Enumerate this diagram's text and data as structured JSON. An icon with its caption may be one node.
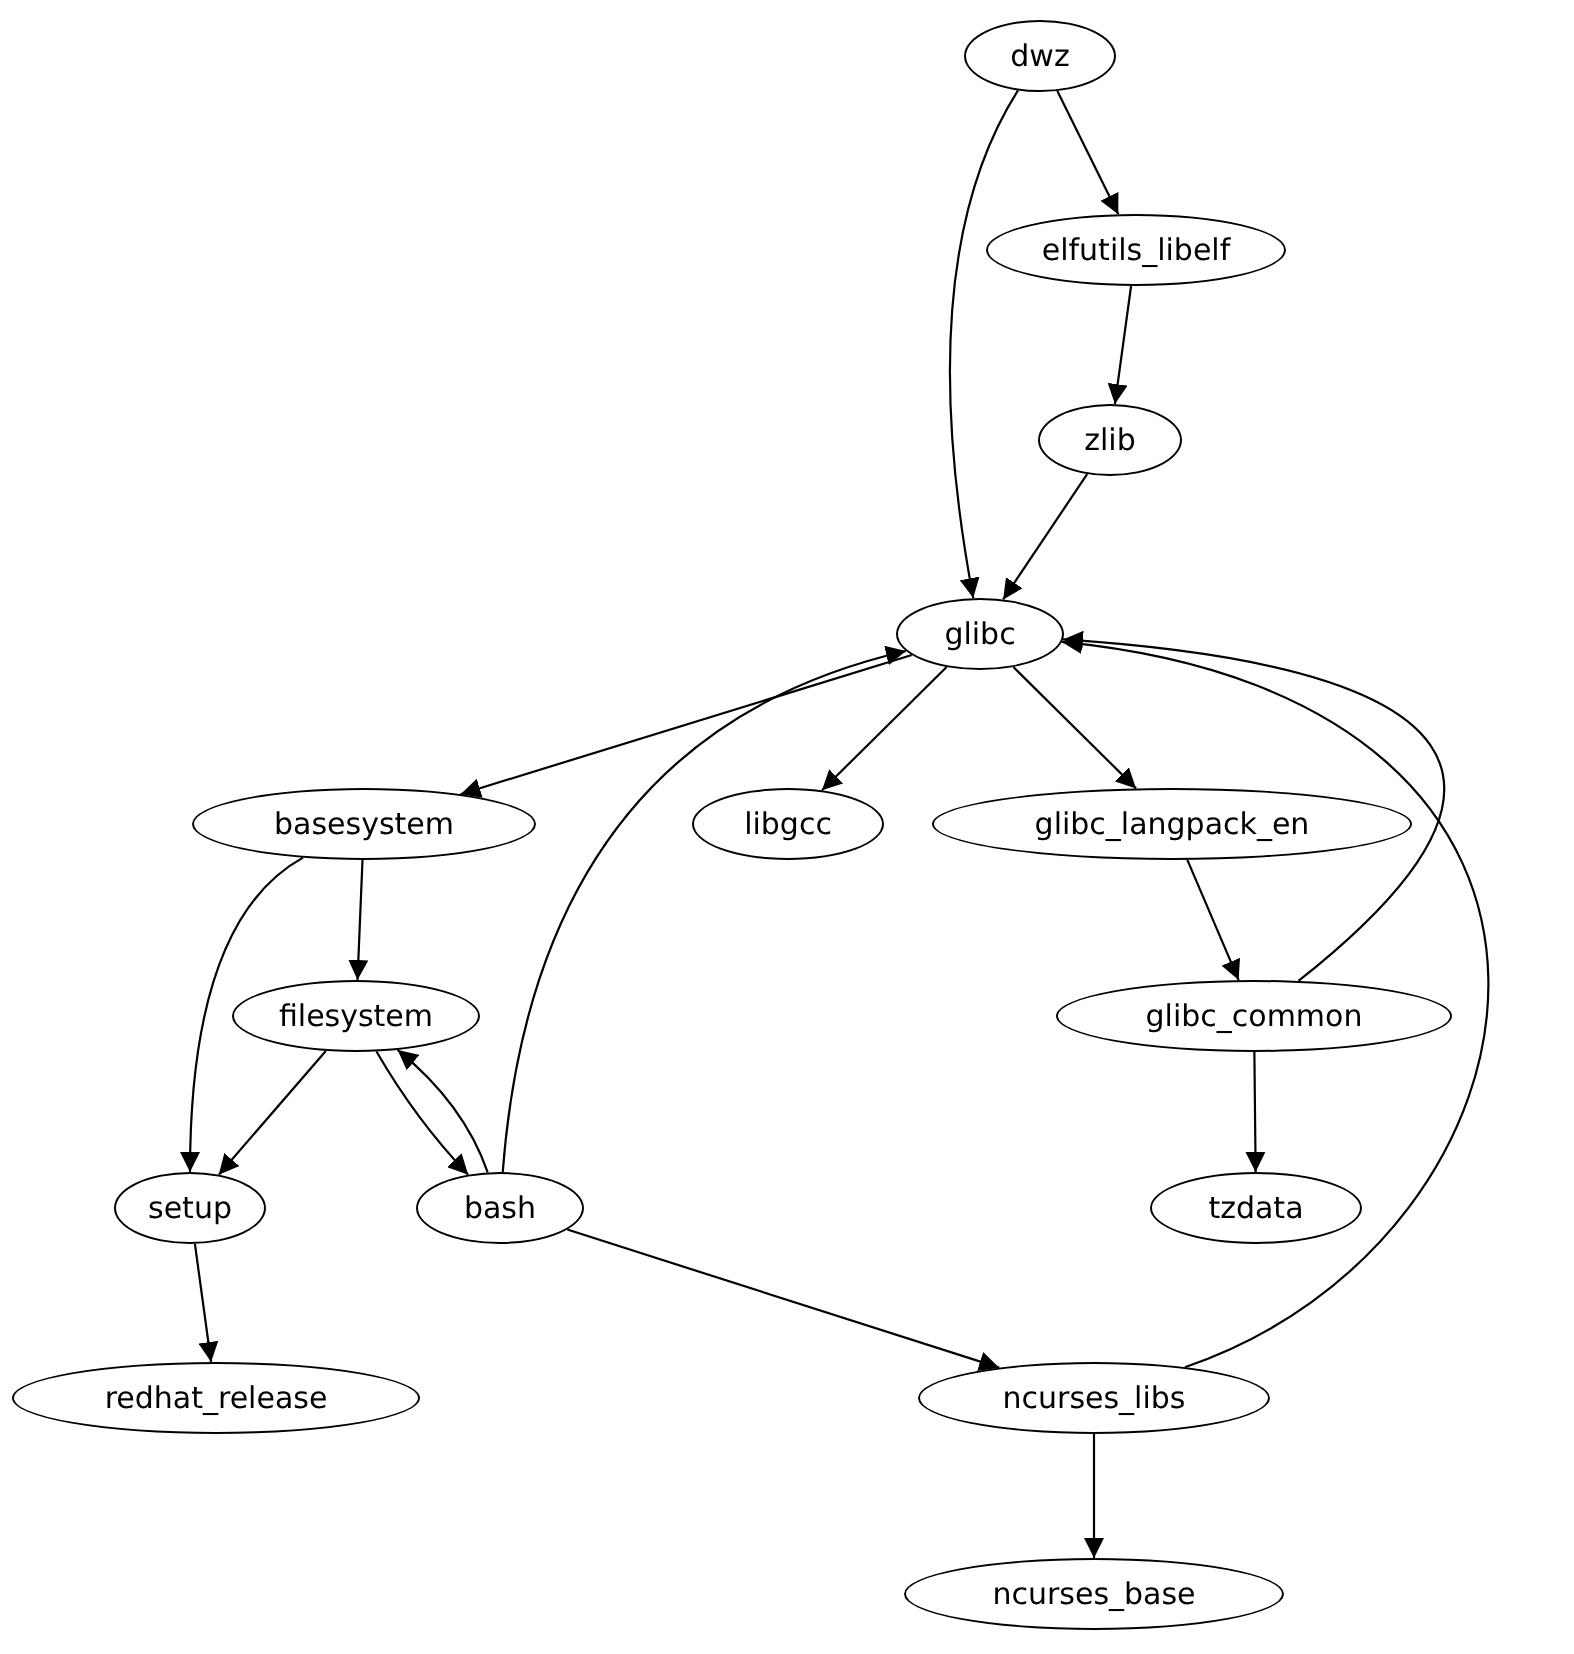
{
  "diagram": {
    "nodes": [
      {
        "text": [
          "dwz"
        ]
      },
      {
        "text": [
          "elfutils_libelf"
        ]
      },
      {
        "text": [
          "zlib"
        ]
      },
      {
        "text": [
          "glibc"
        ]
      },
      {
        "text": [
          "basesystem"
        ]
      },
      {
        "text": [
          "libgcc"
        ]
      },
      {
        "text": [
          "glibc_langpack_en"
        ]
      },
      {
        "text": [
          "filesystem"
        ]
      },
      {
        "text": [
          "glibc_common"
        ]
      },
      {
        "text": [
          "setup"
        ]
      },
      {
        "text": [
          "bash"
        ]
      },
      {
        "text": [
          "tzdata"
        ]
      },
      {
        "text": [
          "redhat_release"
        ]
      },
      {
        "text": [
          "ncurses_libs"
        ]
      },
      {
        "text": [
          "ncurses_base"
        ]
      }
    ],
    "edges": [
      {
        "from": 0,
        "to": 1,
        "arrow": "to"
      },
      {
        "from": 0,
        "to": 3,
        "arrow": "to"
      },
      {
        "from": 1,
        "to": 2,
        "arrow": "to"
      },
      {
        "from": 2,
        "to": 3,
        "arrow": "to"
      },
      {
        "from": 3,
        "to": 4,
        "arrow": "to"
      },
      {
        "from": 3,
        "to": 5,
        "arrow": "to"
      },
      {
        "from": 3,
        "to": 6,
        "arrow": "to"
      },
      {
        "from": 6,
        "to": 8,
        "arrow": "to"
      },
      {
        "from": 8,
        "to": 3,
        "arrow": "to"
      },
      {
        "from": 8,
        "to": 11,
        "arrow": "to"
      },
      {
        "from": 4,
        "to": 7,
        "arrow": "to"
      },
      {
        "from": 4,
        "to": 9,
        "arrow": "to"
      },
      {
        "from": 7,
        "to": 9,
        "arrow": "to"
      },
      {
        "from": 7,
        "to": 10,
        "arrow": "to"
      },
      {
        "from": 10,
        "to": 7,
        "arrow": "to"
      },
      {
        "from": 10,
        "to": 3,
        "arrow": "to"
      },
      {
        "from": 10,
        "to": 13,
        "arrow": "to"
      },
      {
        "from": 9,
        "to": 12,
        "arrow": "to"
      },
      {
        "from": 13,
        "to": 14,
        "arrow": "to"
      },
      {
        "from": 13,
        "to": 3,
        "arrow": "to"
      }
    ]
  }
}
